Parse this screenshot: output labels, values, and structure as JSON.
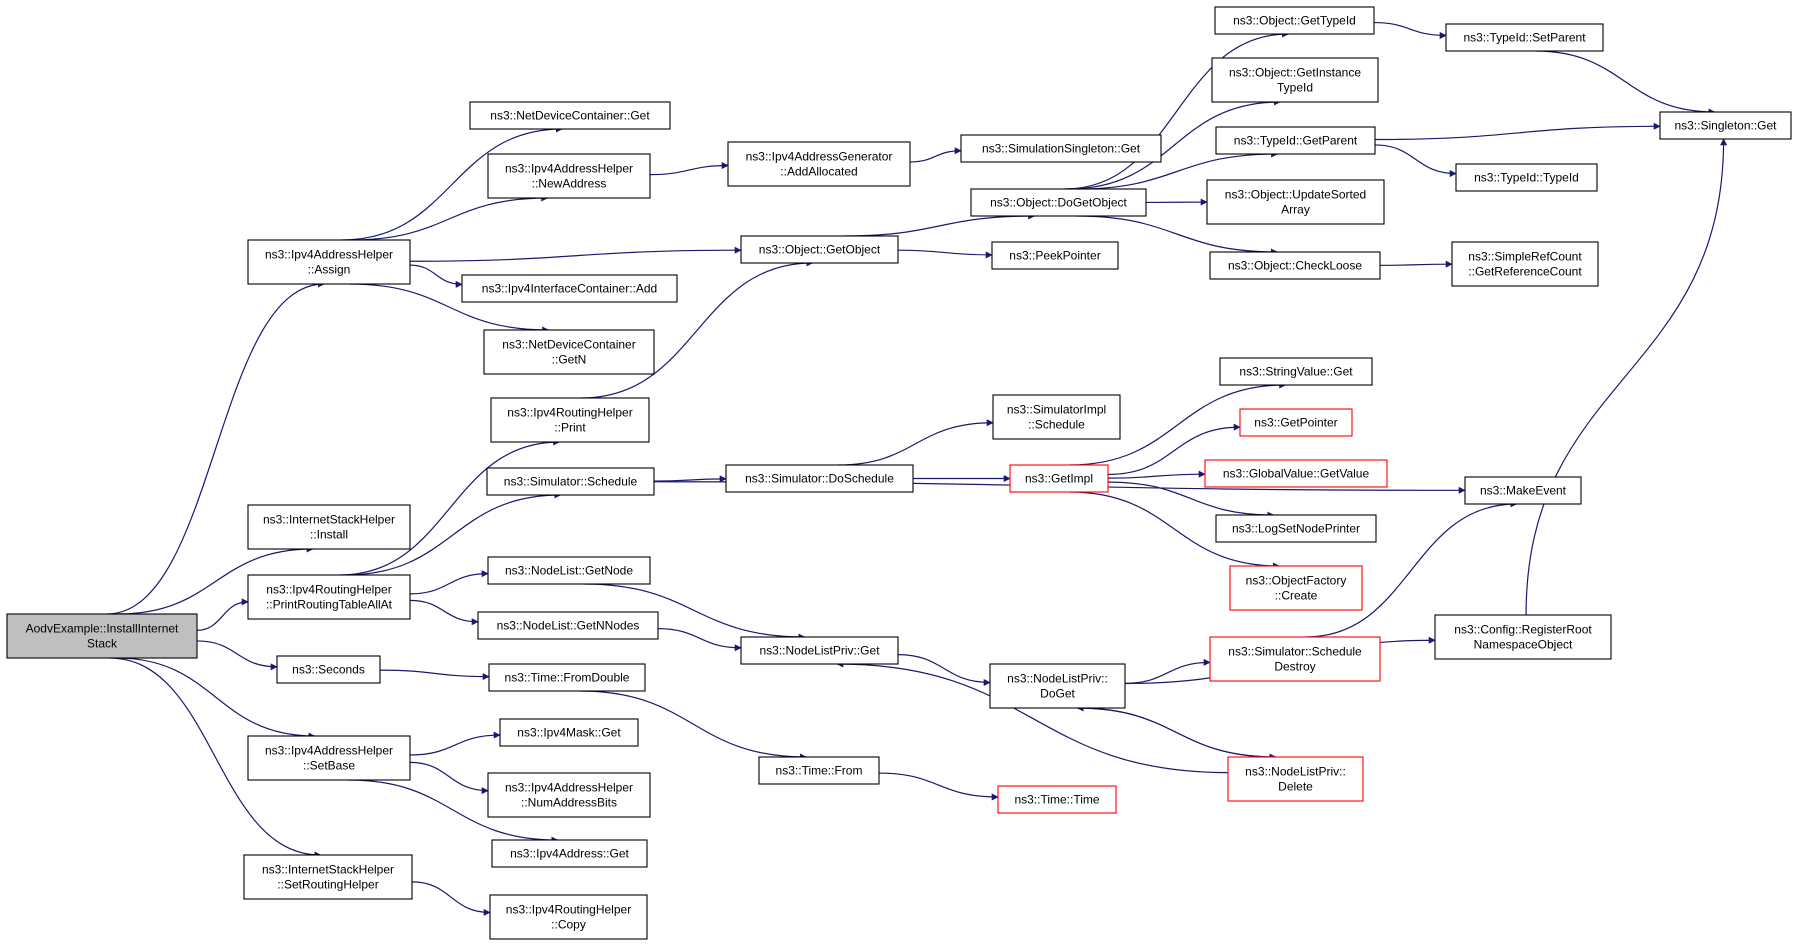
{
  "colors": {
    "edge": "#191970",
    "node_border": "#000000",
    "node_fill": "#ffffff",
    "root_fill": "#bfbfbf",
    "truncated_border": "#ff0000"
  },
  "nodes": [
    {
      "id": "root",
      "lines": [
        "AodvExample::InstallInternet",
        "Stack"
      ],
      "root": true
    },
    {
      "id": "ndc_get",
      "lines": [
        "ns3::NetDeviceContainer::Get"
      ]
    },
    {
      "id": "addrhelper_newaddr",
      "lines": [
        "ns3::Ipv4AddressHelper",
        "::NewAddress"
      ]
    },
    {
      "id": "addrgen_addalloc",
      "lines": [
        "ns3::Ipv4AddressGenerator",
        "::AddAllocated"
      ]
    },
    {
      "id": "simsingleton_get",
      "lines": [
        "ns3::SimulationSingleton::Get"
      ]
    },
    {
      "id": "addrhelper_assign",
      "lines": [
        "ns3::Ipv4AddressHelper",
        "::Assign"
      ]
    },
    {
      "id": "ifcontainer_add",
      "lines": [
        "ns3::Ipv4InterfaceContainer::Add"
      ]
    },
    {
      "id": "ndc_getn",
      "lines": [
        "ns3::NetDeviceContainer",
        "::GetN"
      ]
    },
    {
      "id": "object_getobject",
      "lines": [
        "ns3::Object::GetObject"
      ]
    },
    {
      "id": "peekpointer",
      "lines": [
        "ns3::PeekPointer"
      ]
    },
    {
      "id": "object_dogetobject",
      "lines": [
        "ns3::Object::DoGetObject"
      ]
    },
    {
      "id": "object_gettypeid",
      "lines": [
        "ns3::Object::GetTypeId"
      ]
    },
    {
      "id": "object_getinstancetypeid",
      "lines": [
        "ns3::Object::GetInstance",
        "TypeId"
      ]
    },
    {
      "id": "typeid_getparent",
      "lines": [
        "ns3::TypeId::GetParent"
      ]
    },
    {
      "id": "object_updatesorted",
      "lines": [
        "ns3::Object::UpdateSorted",
        "Array"
      ]
    },
    {
      "id": "object_checkloose",
      "lines": [
        "ns3::Object::CheckLoose"
      ]
    },
    {
      "id": "typeid_setparent",
      "lines": [
        "ns3::TypeId::SetParent"
      ]
    },
    {
      "id": "typeid_typeid",
      "lines": [
        "ns3::TypeId::TypeId"
      ]
    },
    {
      "id": "simplerefcount",
      "lines": [
        "ns3::SimpleRefCount",
        "::GetReferenceCount"
      ]
    },
    {
      "id": "singleton_get",
      "lines": [
        "ns3::Singleton::Get"
      ]
    },
    {
      "id": "routinghelper_print",
      "lines": [
        "ns3::Ipv4RoutingHelper",
        "::Print"
      ]
    },
    {
      "id": "simulator_schedule",
      "lines": [
        "ns3::Simulator::Schedule"
      ]
    },
    {
      "id": "simulator_doschedule",
      "lines": [
        "ns3::Simulator::DoSchedule"
      ]
    },
    {
      "id": "simimpl_schedule",
      "lines": [
        "ns3::SimulatorImpl",
        "::Schedule"
      ]
    },
    {
      "id": "getimpl",
      "lines": [
        "ns3::GetImpl"
      ],
      "truncated": true
    },
    {
      "id": "stringvalue_get",
      "lines": [
        "ns3::StringValue::Get"
      ]
    },
    {
      "id": "getpointer",
      "lines": [
        "ns3::GetPointer"
      ],
      "truncated": true
    },
    {
      "id": "globalvalue_getvalue",
      "lines": [
        "ns3::GlobalValue::GetValue"
      ],
      "truncated": true
    },
    {
      "id": "logsetnodeprinter",
      "lines": [
        "ns3::LogSetNodePrinter"
      ]
    },
    {
      "id": "objectfactory_create",
      "lines": [
        "ns3::ObjectFactory",
        "::Create"
      ],
      "truncated": true
    },
    {
      "id": "makeevent",
      "lines": [
        "ns3::MakeEvent"
      ]
    },
    {
      "id": "stackhelper_install",
      "lines": [
        "ns3::InternetStackHelper",
        "::Install"
      ]
    },
    {
      "id": "routinghelper_printall",
      "lines": [
        "ns3::Ipv4RoutingHelper",
        "::PrintRoutingTableAllAt"
      ]
    },
    {
      "id": "nodelist_getnode",
      "lines": [
        "ns3::NodeList::GetNode"
      ]
    },
    {
      "id": "nodelist_getnnodes",
      "lines": [
        "ns3::NodeList::GetNNodes"
      ]
    },
    {
      "id": "nodelistpriv_get",
      "lines": [
        "ns3::NodeListPriv::Get"
      ]
    },
    {
      "id": "nodelistpriv_doget",
      "lines": [
        "ns3::NodeListPriv::",
        "DoGet"
      ]
    },
    {
      "id": "simulator_scheduledestroy",
      "lines": [
        "ns3::Simulator::Schedule",
        "Destroy"
      ],
      "truncated": true
    },
    {
      "id": "config_registerroot",
      "lines": [
        "ns3::Config::RegisterRoot",
        "NamespaceObject"
      ]
    },
    {
      "id": "seconds",
      "lines": [
        "ns3::Seconds"
      ]
    },
    {
      "id": "time_fromdouble",
      "lines": [
        "ns3::Time::FromDouble"
      ]
    },
    {
      "id": "time_from",
      "lines": [
        "ns3::Time::From"
      ]
    },
    {
      "id": "time_time",
      "lines": [
        "ns3::Time::Time"
      ],
      "truncated": true
    },
    {
      "id": "nodelistpriv_delete",
      "lines": [
        "ns3::NodeListPriv::",
        "Delete"
      ],
      "truncated": true
    },
    {
      "id": "addrhelper_setbase",
      "lines": [
        "ns3::Ipv4AddressHelper",
        "::SetBase"
      ]
    },
    {
      "id": "ipv4mask_get",
      "lines": [
        "ns3::Ipv4Mask::Get"
      ]
    },
    {
      "id": "addrhelper_numaddrbits",
      "lines": [
        "ns3::Ipv4AddressHelper",
        "::NumAddressBits"
      ]
    },
    {
      "id": "ipv4address_get",
      "lines": [
        "ns3::Ipv4Address::Get"
      ]
    },
    {
      "id": "stackhelper_setrouting",
      "lines": [
        "ns3::InternetStackHelper",
        "::SetRoutingHelper"
      ]
    },
    {
      "id": "routinghelper_copy",
      "lines": [
        "ns3::Ipv4RoutingHelper",
        "::Copy"
      ]
    }
  ],
  "edges": [
    [
      "root",
      "addrhelper_assign"
    ],
    [
      "root",
      "stackhelper_install"
    ],
    [
      "root",
      "routinghelper_printall"
    ],
    [
      "root",
      "seconds"
    ],
    [
      "root",
      "addrhelper_setbase"
    ],
    [
      "root",
      "stackhelper_setrouting"
    ],
    [
      "addrhelper_assign",
      "ndc_get"
    ],
    [
      "addrhelper_assign",
      "addrhelper_newaddr"
    ],
    [
      "addrhelper_assign",
      "object_getobject"
    ],
    [
      "addrhelper_assign",
      "ifcontainer_add"
    ],
    [
      "addrhelper_assign",
      "ndc_getn"
    ],
    [
      "addrhelper_newaddr",
      "addrgen_addalloc"
    ],
    [
      "addrgen_addalloc",
      "simsingleton_get"
    ],
    [
      "object_getobject",
      "object_dogetobject"
    ],
    [
      "object_getobject",
      "peekpointer"
    ],
    [
      "object_dogetobject",
      "object_gettypeid"
    ],
    [
      "object_dogetobject",
      "object_getinstancetypeid"
    ],
    [
      "object_dogetobject",
      "typeid_getparent"
    ],
    [
      "object_dogetobject",
      "object_updatesorted"
    ],
    [
      "object_dogetobject",
      "object_checkloose"
    ],
    [
      "object_gettypeid",
      "typeid_setparent"
    ],
    [
      "typeid_setparent",
      "singleton_get"
    ],
    [
      "typeid_getparent",
      "singleton_get"
    ],
    [
      "typeid_getparent",
      "typeid_typeid"
    ],
    [
      "object_checkloose",
      "simplerefcount"
    ],
    [
      "routinghelper_printall",
      "routinghelper_print"
    ],
    [
      "routinghelper_printall",
      "simulator_schedule"
    ],
    [
      "routinghelper_printall",
      "nodelist_getnode"
    ],
    [
      "routinghelper_printall",
      "nodelist_getnnodes"
    ],
    [
      "routinghelper_print",
      "object_getobject"
    ],
    [
      "simulator_schedule",
      "simulator_doschedule"
    ],
    [
      "simulator_schedule",
      "makeevent"
    ],
    [
      "simulator_doschedule",
      "simimpl_schedule"
    ],
    [
      "simulator_doschedule",
      "getimpl"
    ],
    [
      "getimpl",
      "stringvalue_get"
    ],
    [
      "getimpl",
      "getpointer"
    ],
    [
      "getimpl",
      "globalvalue_getvalue"
    ],
    [
      "getimpl",
      "logsetnodeprinter"
    ],
    [
      "getimpl",
      "objectfactory_create"
    ],
    [
      "nodelist_getnode",
      "nodelistpriv_get"
    ],
    [
      "nodelist_getnnodes",
      "nodelistpriv_get"
    ],
    [
      "nodelistpriv_get",
      "nodelistpriv_doget"
    ],
    [
      "nodelistpriv_doget",
      "simulator_scheduledestroy"
    ],
    [
      "nodelistpriv_doget",
      "config_registerroot"
    ],
    [
      "nodelistpriv_doget",
      "nodelistpriv_delete"
    ],
    [
      "nodelistpriv_delete",
      "nodelistpriv_doget"
    ],
    [
      "nodelistpriv_delete",
      "nodelistpriv_get"
    ],
    [
      "simulator_scheduledestroy",
      "makeevent"
    ],
    [
      "config_registerroot",
      "singleton_get"
    ],
    [
      "seconds",
      "time_fromdouble"
    ],
    [
      "time_fromdouble",
      "time_from"
    ],
    [
      "time_from",
      "time_time"
    ],
    [
      "addrhelper_setbase",
      "ipv4mask_get"
    ],
    [
      "addrhelper_setbase",
      "addrhelper_numaddrbits"
    ],
    [
      "addrhelper_setbase",
      "ipv4address_get"
    ],
    [
      "stackhelper_setrouting",
      "routinghelper_copy"
    ]
  ]
}
